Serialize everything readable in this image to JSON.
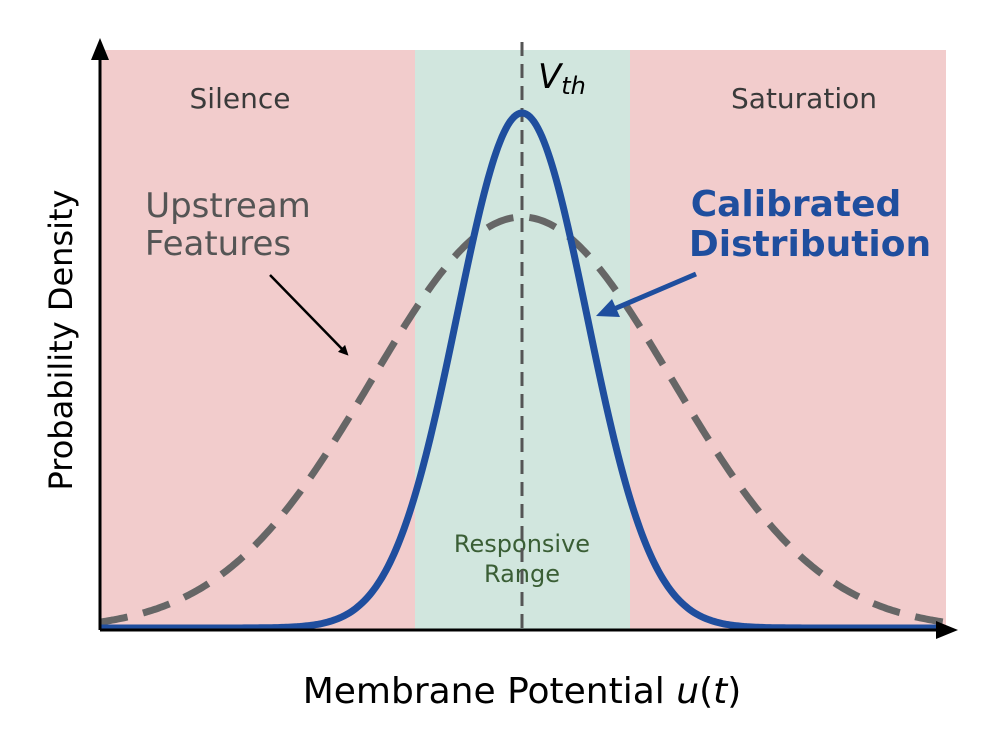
{
  "diagram": {
    "axes": {
      "ylabel": "Probability Density",
      "xlabel_main": "Membrane Potential ",
      "xlabel_var": "u",
      "xlabel_open": "(",
      "xlabel_arg": "t",
      "xlabel_close": ")"
    },
    "regions": {
      "left_label": "Silence",
      "right_label": "Saturation",
      "center_label_line1": "Responsive",
      "center_label_line2": "Range"
    },
    "threshold": {
      "symbol": "V",
      "subscript": "th"
    },
    "annotations": {
      "upstream_line1": "Upstream",
      "upstream_line2": "Features",
      "calibrated_line1": "Calibrated",
      "calibrated_line2": "Distribution"
    },
    "colors": {
      "outer_region": "#f2cccc",
      "center_region": "#d1e6de",
      "calibrated_curve": "#1f4e9e",
      "upstream_curve": "#666666",
      "threshold_line": "#555555",
      "center_label": "#3a5e35",
      "region_label": "#3a3a3a"
    }
  }
}
